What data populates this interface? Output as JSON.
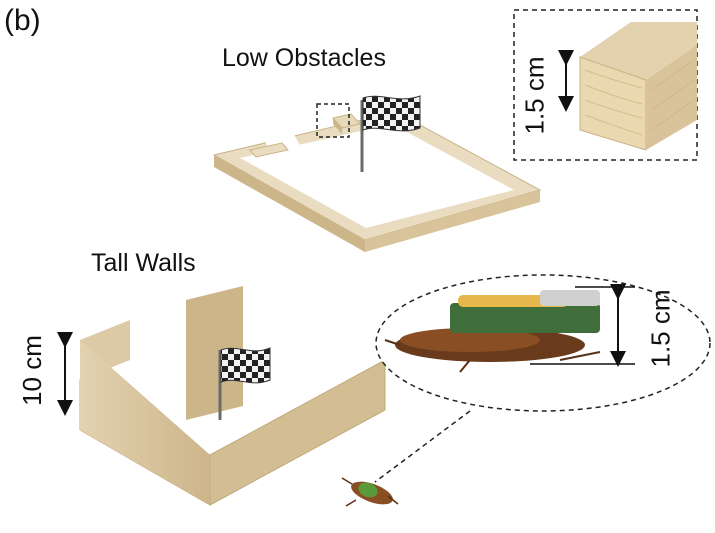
{
  "panel_label": "(b)",
  "low_obstacles": {
    "title": "Low Obstacles",
    "inset_dimension": "1.5 cm"
  },
  "tall_walls": {
    "title": "Tall Walls",
    "wall_height": "10 cm"
  },
  "robot_inset": {
    "height": "1.5 cm"
  },
  "colors": {
    "wood_top": "#e9dcc0",
    "wood_side": "#cdb58a",
    "flag_dark": "#222222",
    "flag_light": "#f2f2f2"
  }
}
